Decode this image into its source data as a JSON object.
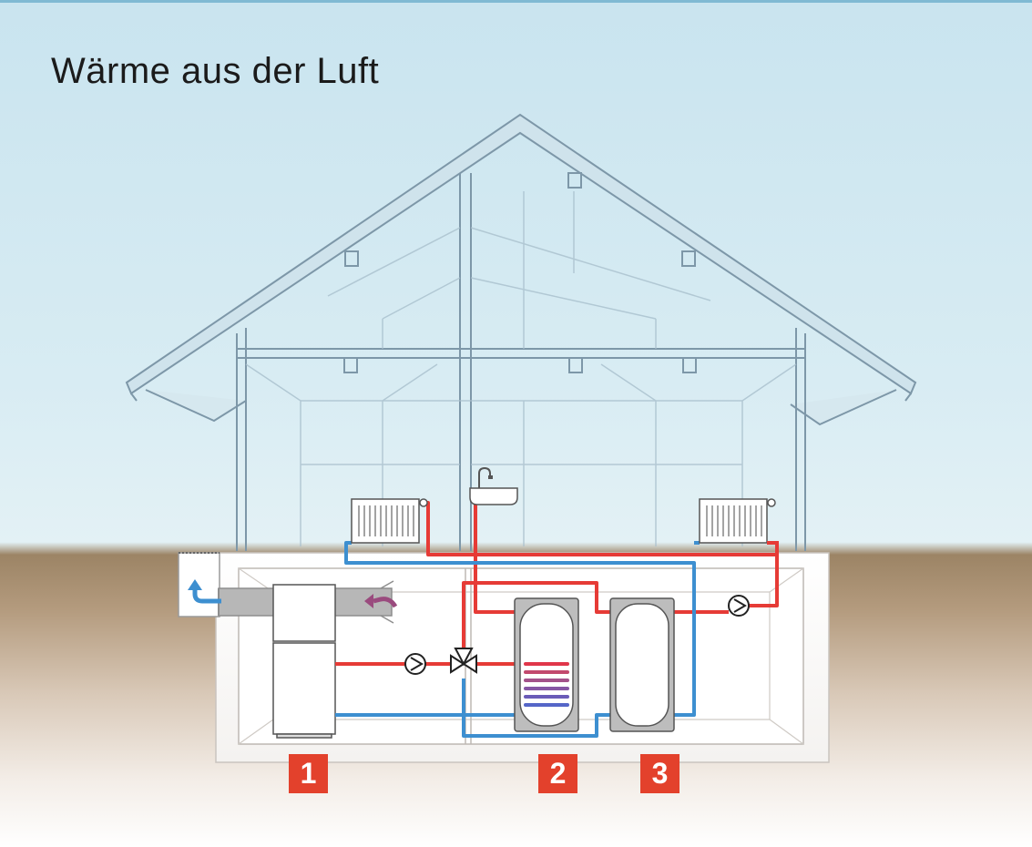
{
  "title": "Wärme aus der Luft",
  "labels": [
    {
      "number": "1"
    },
    {
      "number": "2"
    },
    {
      "number": "3"
    }
  ],
  "colors": {
    "hot_pipe": "#e63b36",
    "cold_pipe": "#3d8fd0",
    "label_bg": "#e3412c",
    "sky": "#d3e9f2",
    "ground": "#a88f71",
    "house_lines": "#7d97a8"
  }
}
